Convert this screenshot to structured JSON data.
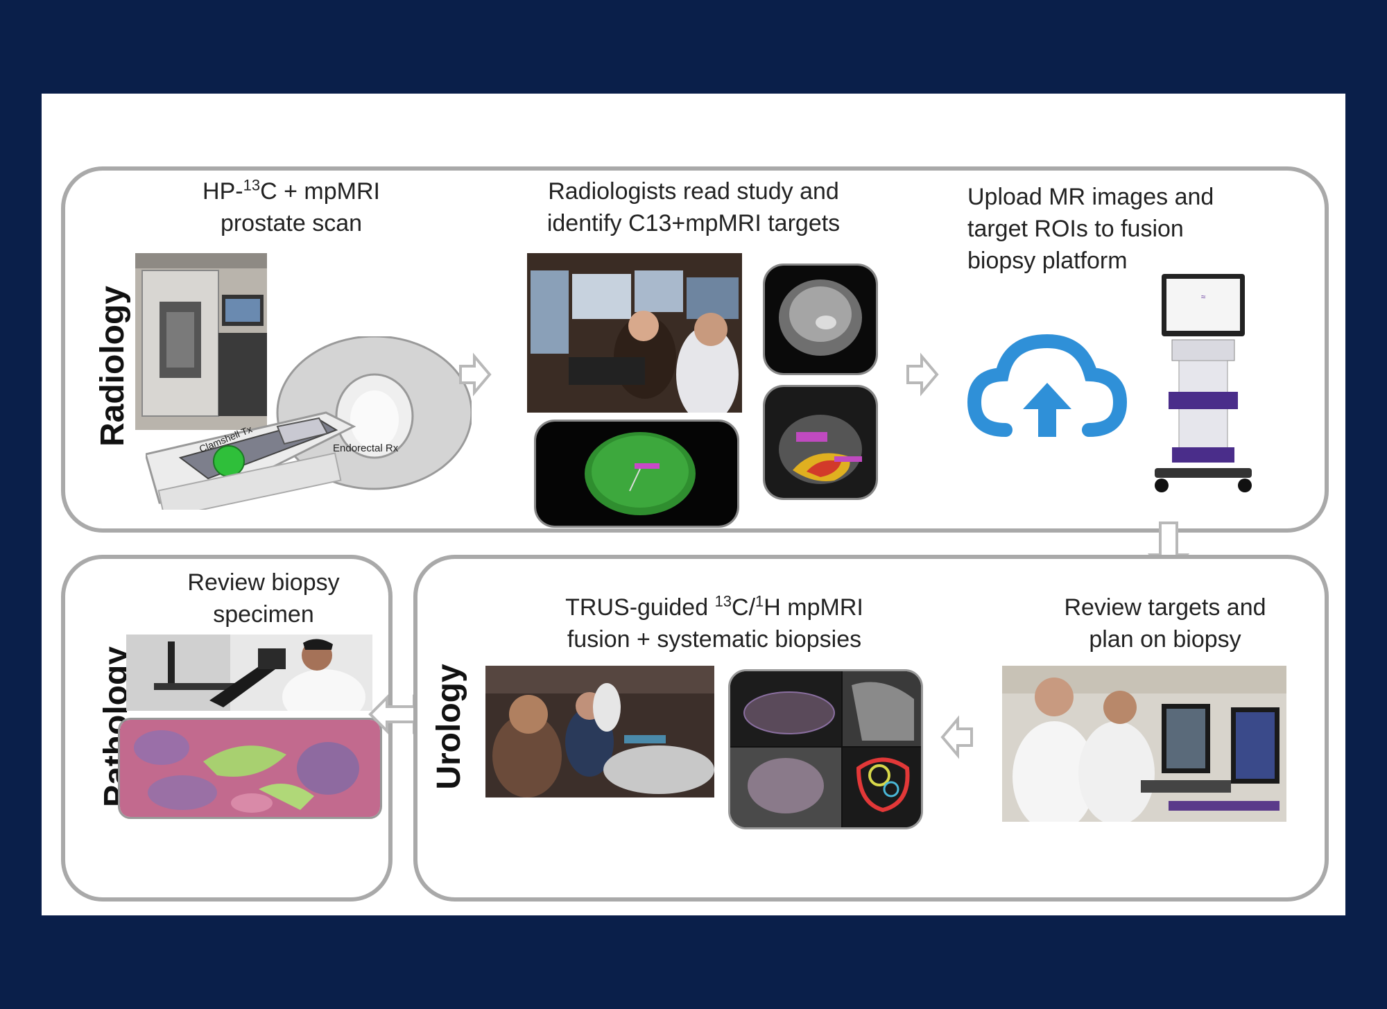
{
  "colors": {
    "background": "#0a1f4a",
    "panel_border": "#a9a9a9",
    "cloud_blue": "#2f90d8",
    "arrow_gray": "#b8b8b8"
  },
  "radiology": {
    "section_label": "Radiology",
    "step1": {
      "line1_prefix": "HP-",
      "line1_sup": "13",
      "line1_suffix": "C + mpMRI",
      "line2": "prostate scan"
    },
    "step1_labels": {
      "clamshell": "Clamshell Tx",
      "endorectal": "Endorectal Rx"
    },
    "step2": {
      "line1": "Radiologists read study and",
      "line2": "identify C13+mpMRI targets"
    },
    "step3": {
      "line1": "Upload MR images and",
      "line2": "target ROIs to fusion",
      "line3": "biopsy platform"
    },
    "icons": [
      "cloud-upload-icon"
    ]
  },
  "urology": {
    "section_label": "Urology",
    "step1": {
      "line1": "Review targets and",
      "line2": "plan on biopsy"
    },
    "step2": {
      "line1_prefix": "TRUS-guided ",
      "sup1": "13",
      "mid": "C/",
      "sup2": "1",
      "line1_suffix": "H mpMRI",
      "line2": "fusion + systematic biopsies"
    }
  },
  "pathology": {
    "section_label": "Pathology",
    "step1": {
      "line1": "Review biopsy",
      "line2": "specimen"
    }
  }
}
